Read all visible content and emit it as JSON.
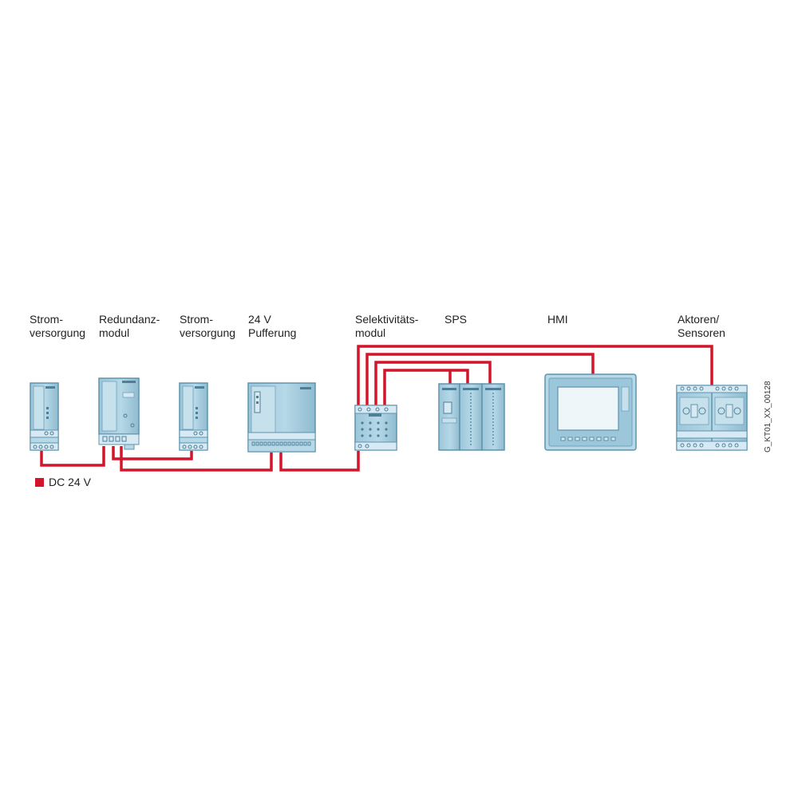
{
  "colors": {
    "wire": "#d2152a",
    "device_face": "#a9cfe0",
    "device_edge": "#5f93ad",
    "device_dark": "#4d7f98",
    "device_light": "#d7eaf3",
    "screen": "#eef6fa"
  },
  "labels": {
    "stromversorgung_1": {
      "line1": "Strom-",
      "line2": "versorgung"
    },
    "redundanzmodul": {
      "line1": "Redundanz-",
      "line2": "modul"
    },
    "stromversorgung_2": {
      "line1": "Strom-",
      "line2": "versorgung"
    },
    "pufferung": {
      "line1": "24 V",
      "line2": "Pufferung"
    },
    "selektivitaetsmodul": {
      "line1": "Selektivitäts-",
      "line2": "modul"
    },
    "sps": {
      "line1": "SPS",
      "line2": ""
    },
    "hmi": {
      "line1": "HMI",
      "line2": ""
    },
    "aktoren": {
      "line1": "Aktoren/",
      "line2": "Sensoren"
    }
  },
  "legend": {
    "text": "DC 24 V"
  },
  "doc_id": "G_KT01_XX_00128"
}
